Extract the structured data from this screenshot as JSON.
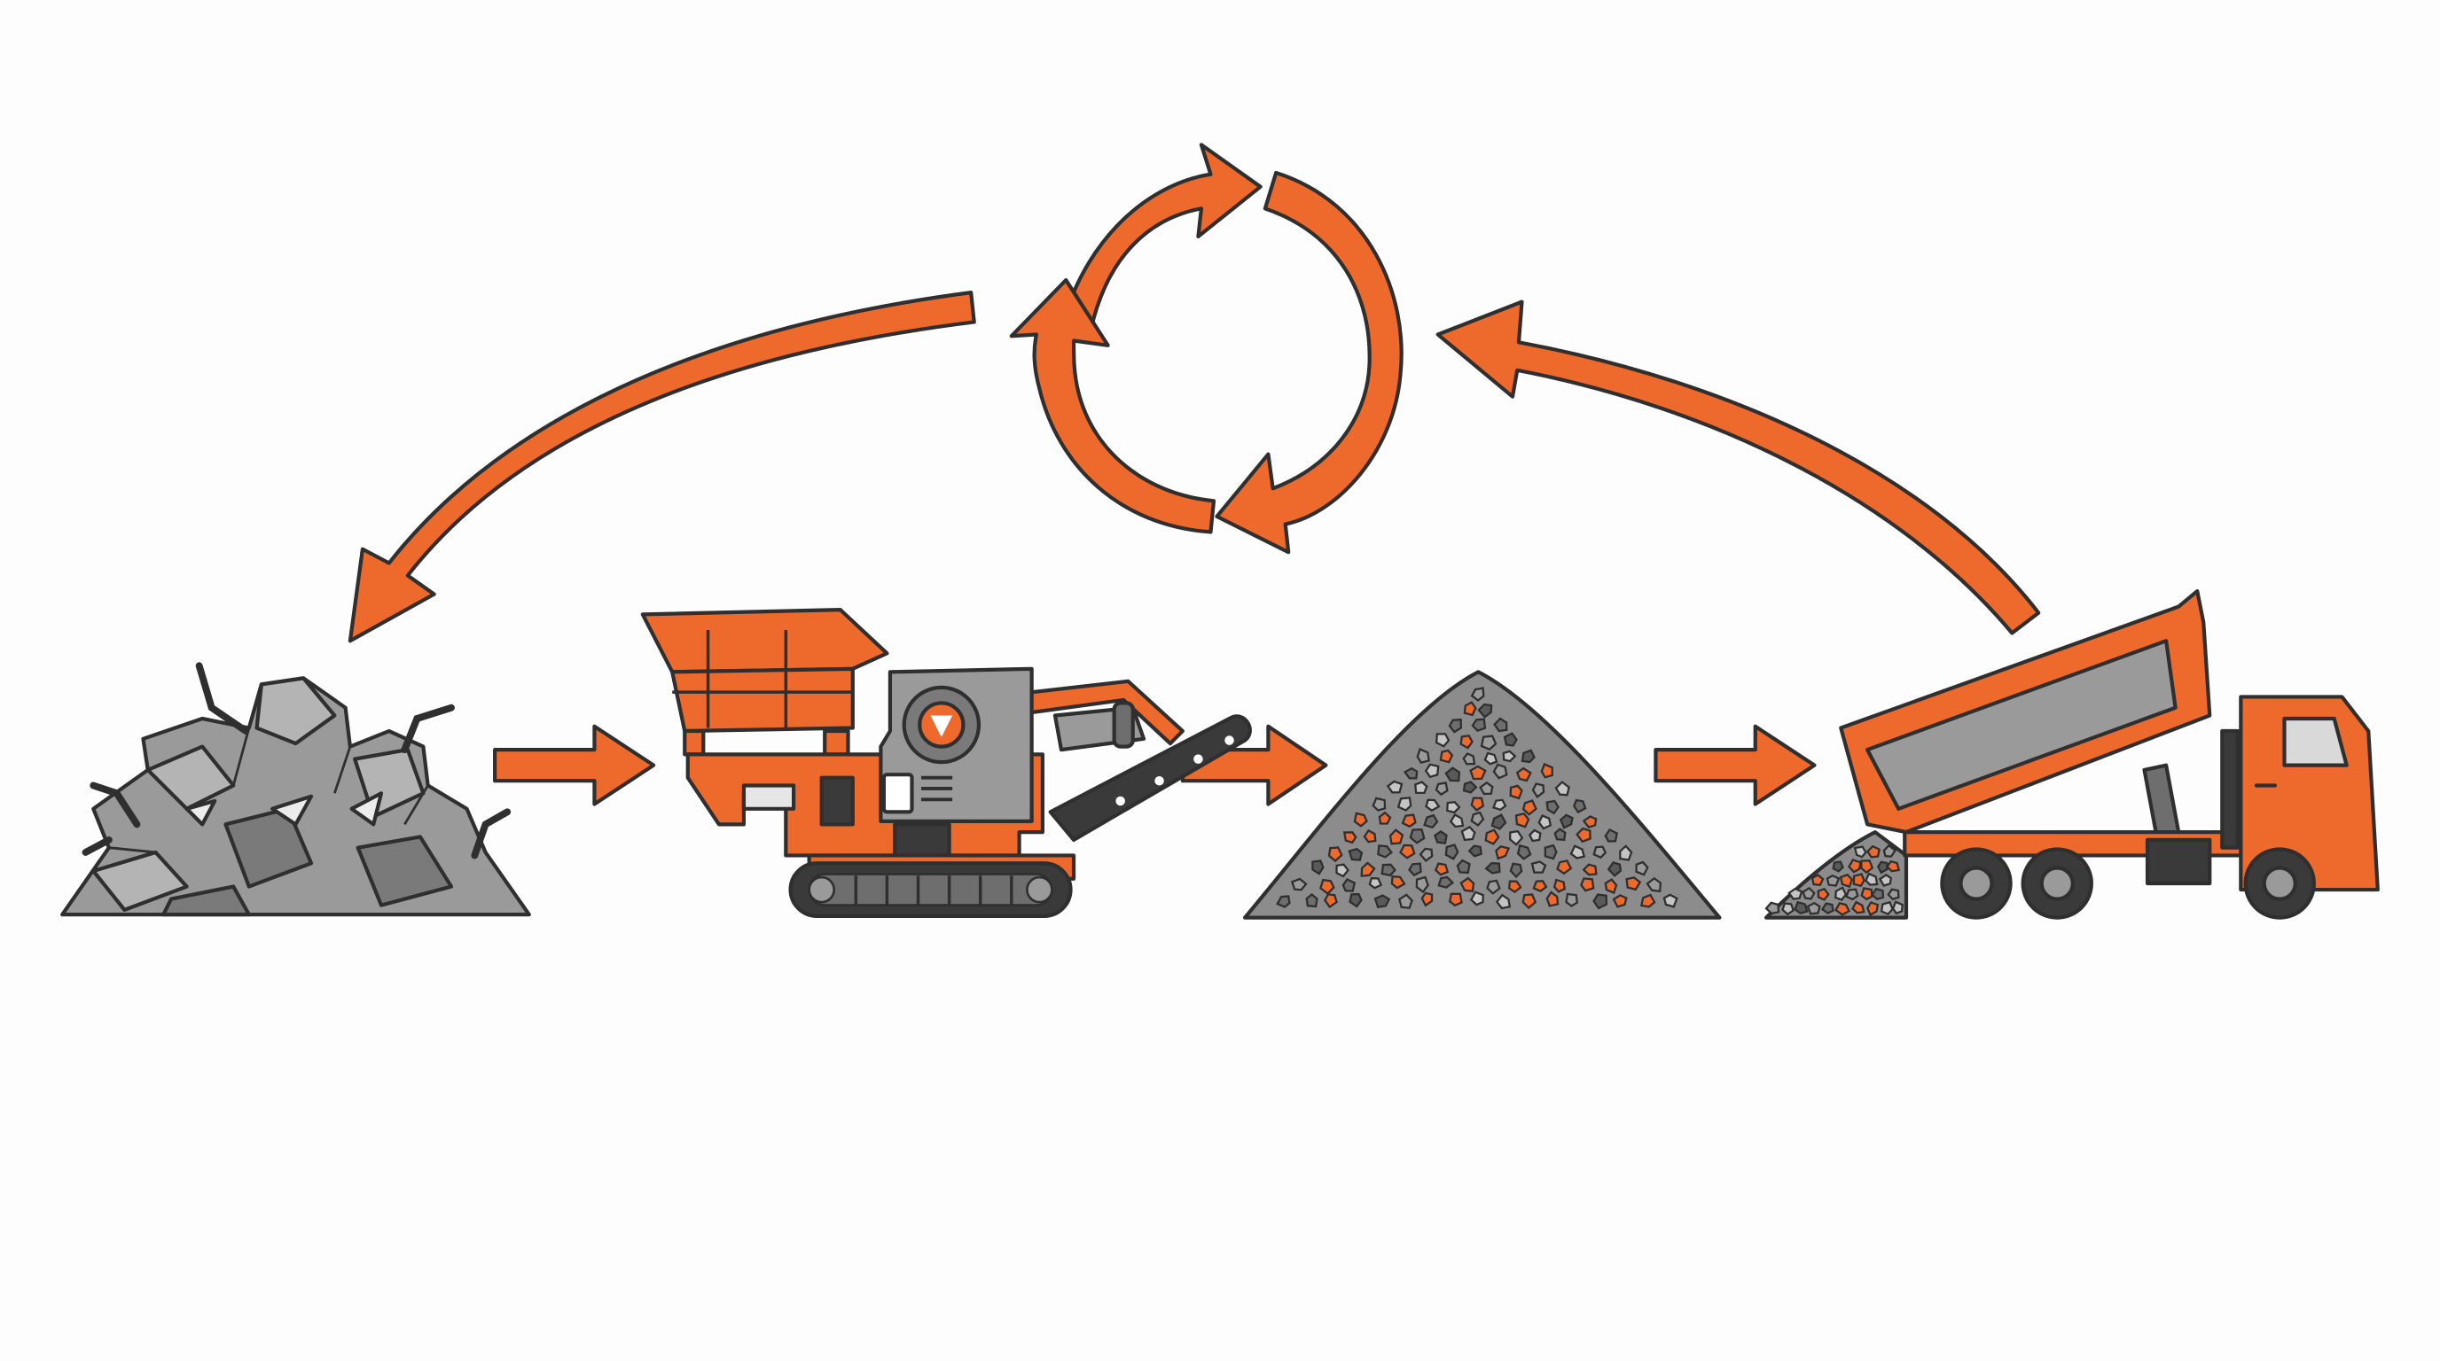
{
  "diagram": {
    "type": "recycling-process-flow",
    "stages": [
      {
        "id": "demolition-debris",
        "icon": "concrete-rubble-icon"
      },
      {
        "id": "mobile-crusher",
        "icon": "tracked-crusher-icon"
      },
      {
        "id": "crushed-aggregate",
        "icon": "aggregate-pile-icon"
      },
      {
        "id": "dump-truck",
        "icon": "dump-truck-icon"
      }
    ],
    "cycle_icon": "recycle-cycle-icon",
    "colors": {
      "accent": "#ee6a2c",
      "outline": "#2f2f2f",
      "stone": "#9a9a9a",
      "stone_dark": "#6e6e6e",
      "stone_light": "#c4c4c4",
      "background": "#fdfdfd"
    }
  }
}
